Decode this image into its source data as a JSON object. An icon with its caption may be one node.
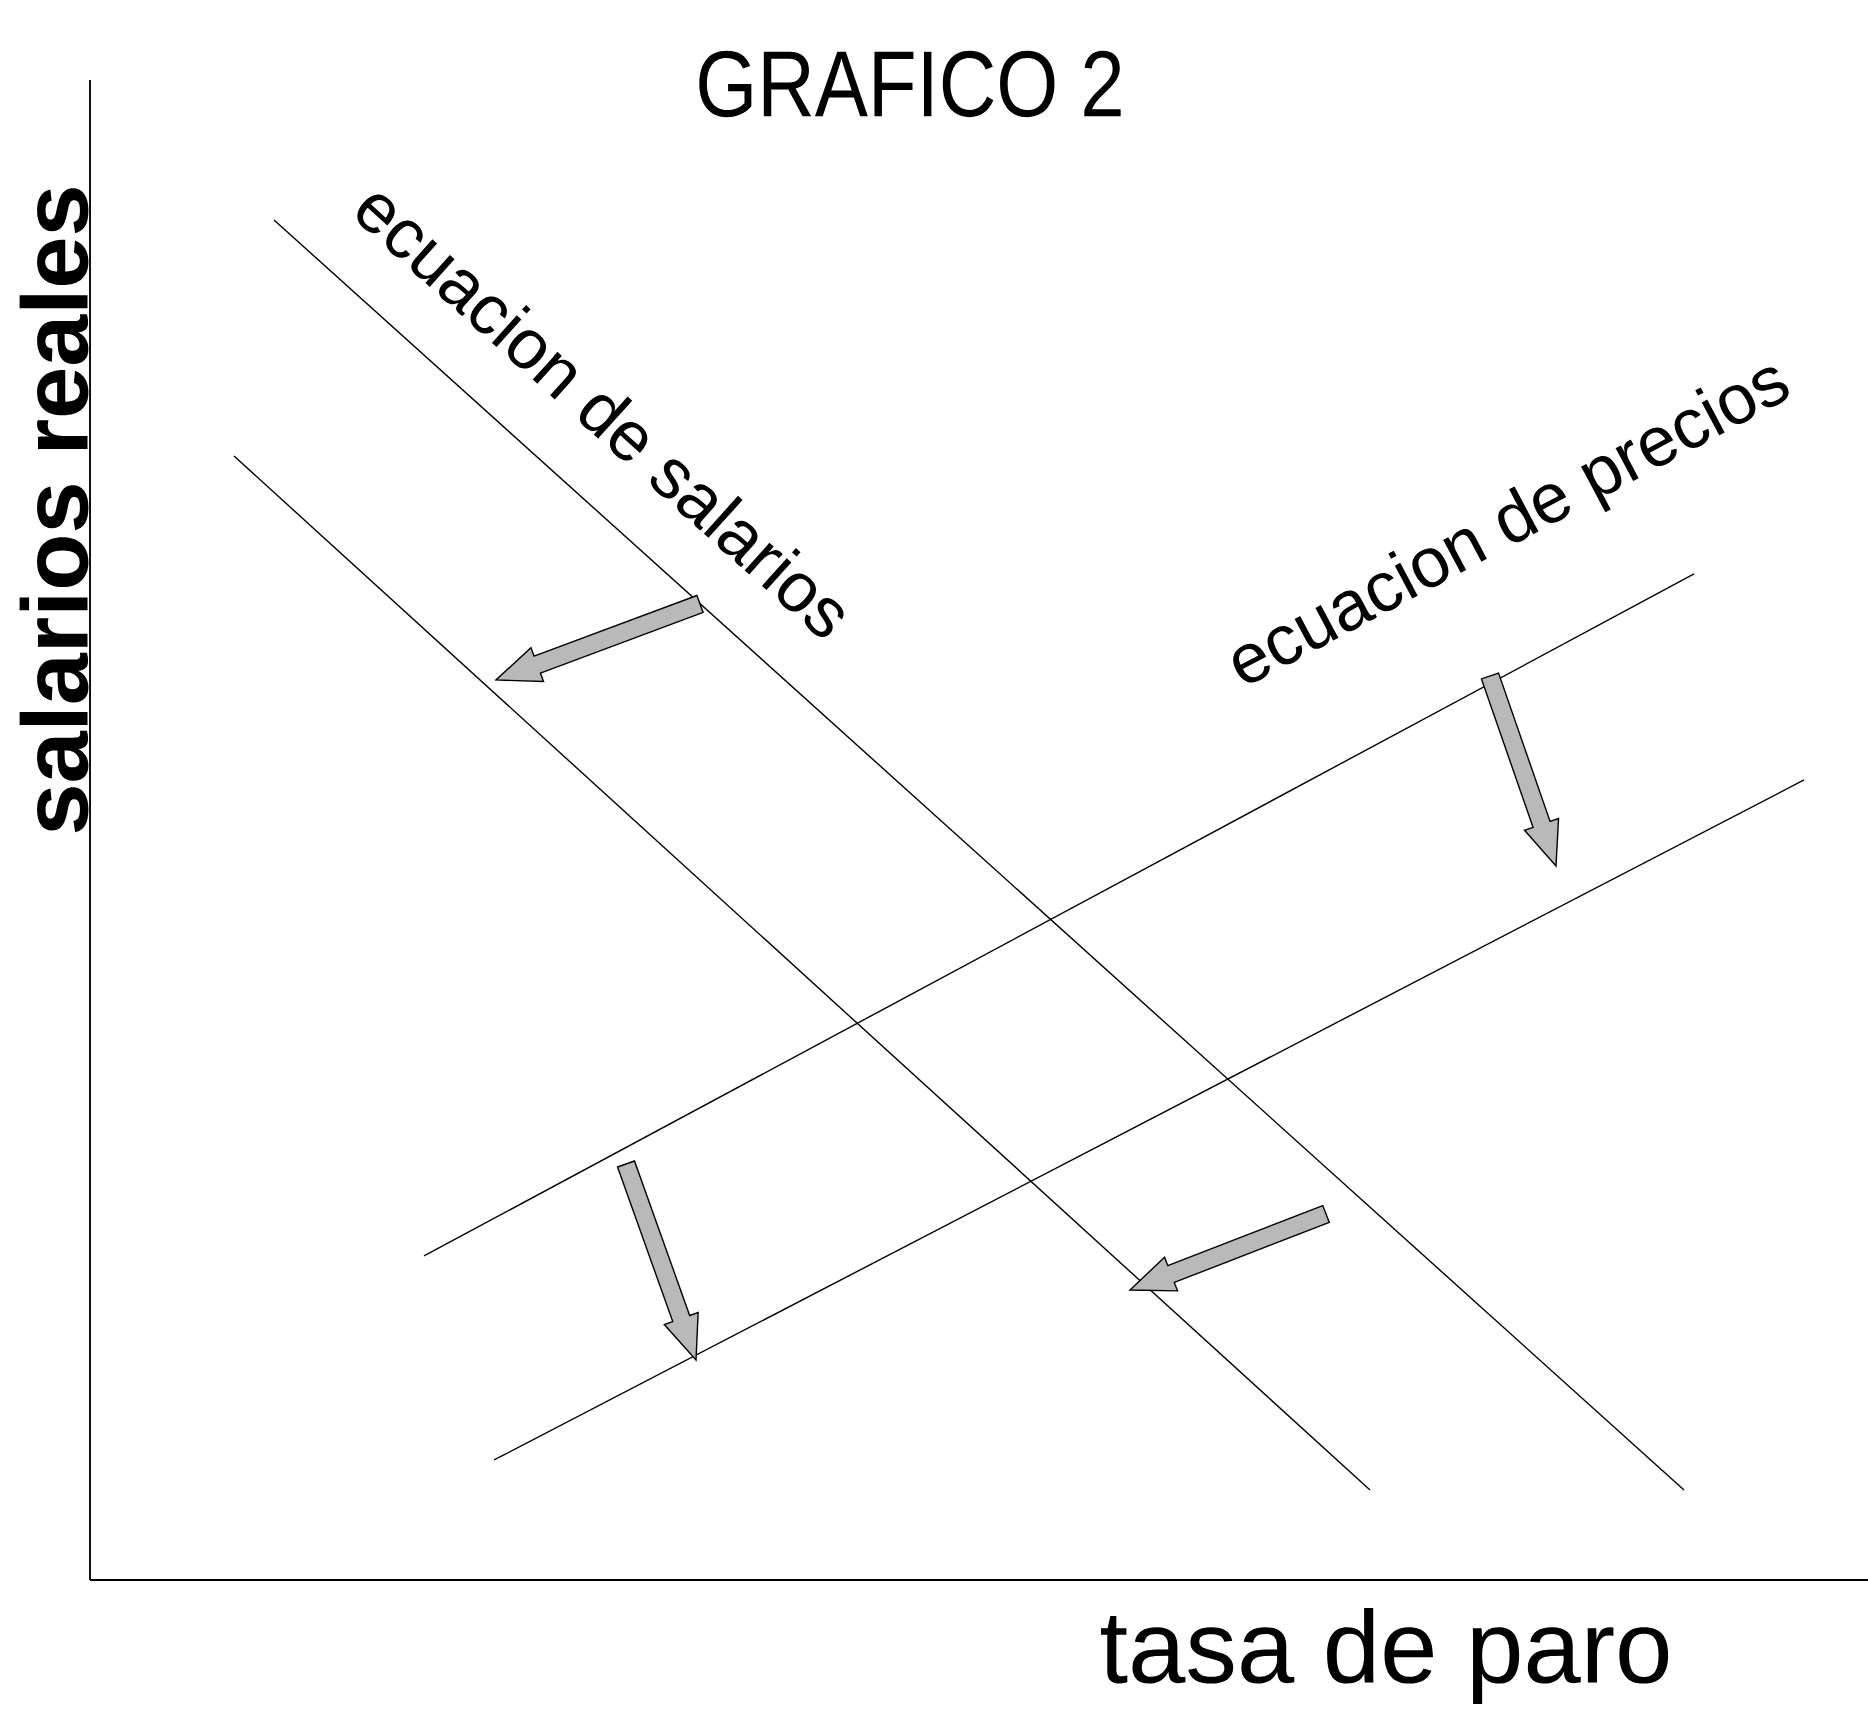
{
  "diagram": {
    "title": "GRAFICO 2",
    "labels": [
      "salarios reales",
      "ecuacion de salarios",
      "ecuacion de precios",
      "tasa de paro"
    ]
  }
}
